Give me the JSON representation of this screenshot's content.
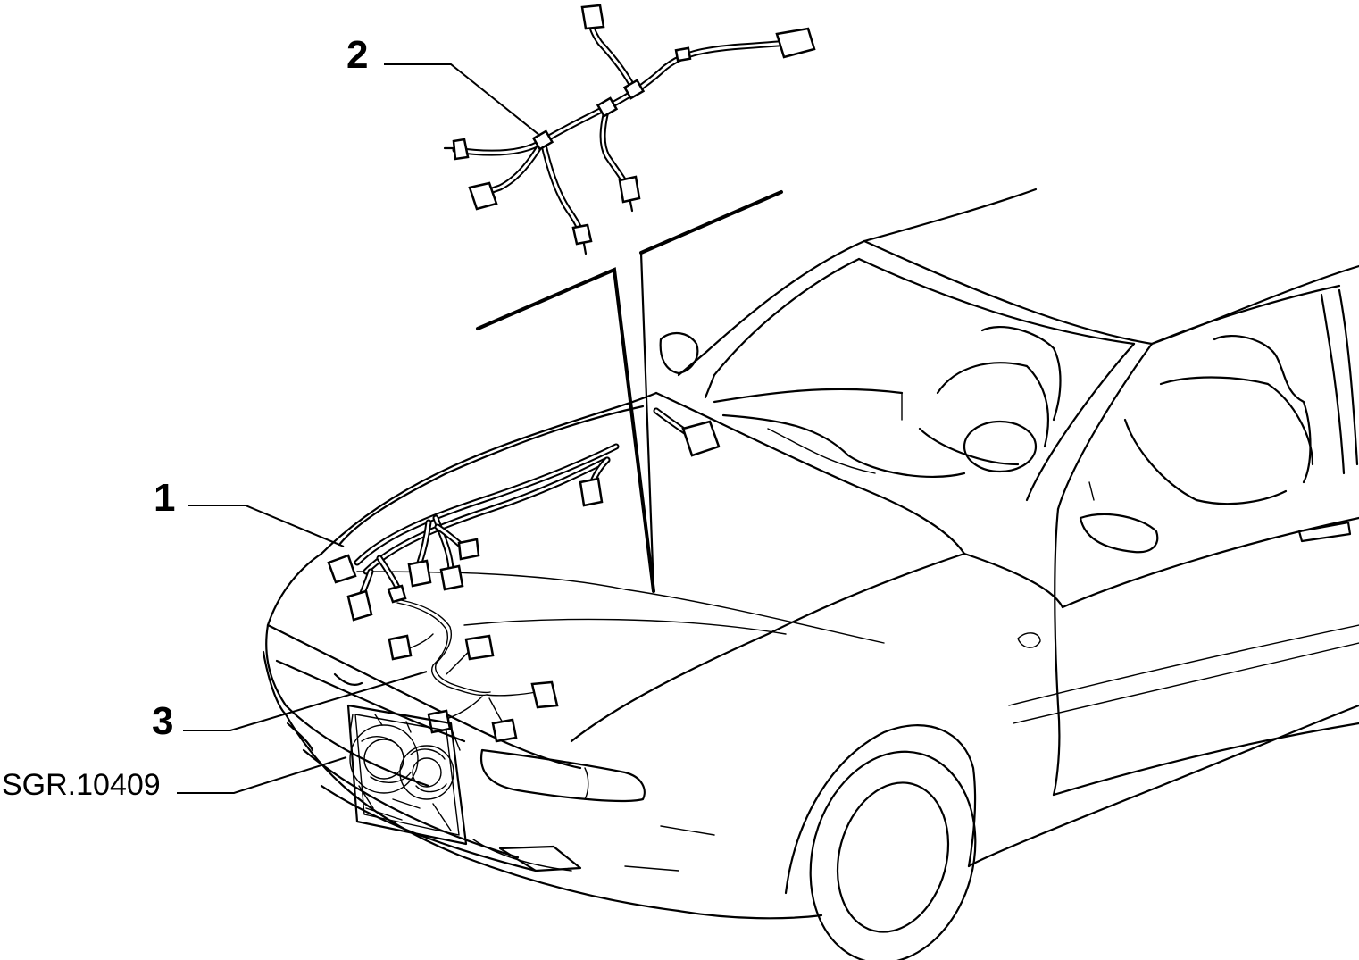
{
  "callouts": [
    {
      "id": "1",
      "label": "1"
    },
    {
      "id": "2",
      "label": "2"
    },
    {
      "id": "3",
      "label": "3"
    }
  ],
  "reference_code": "SGR.10409",
  "colors": {
    "line": "#000000",
    "background": "#ffffff"
  }
}
